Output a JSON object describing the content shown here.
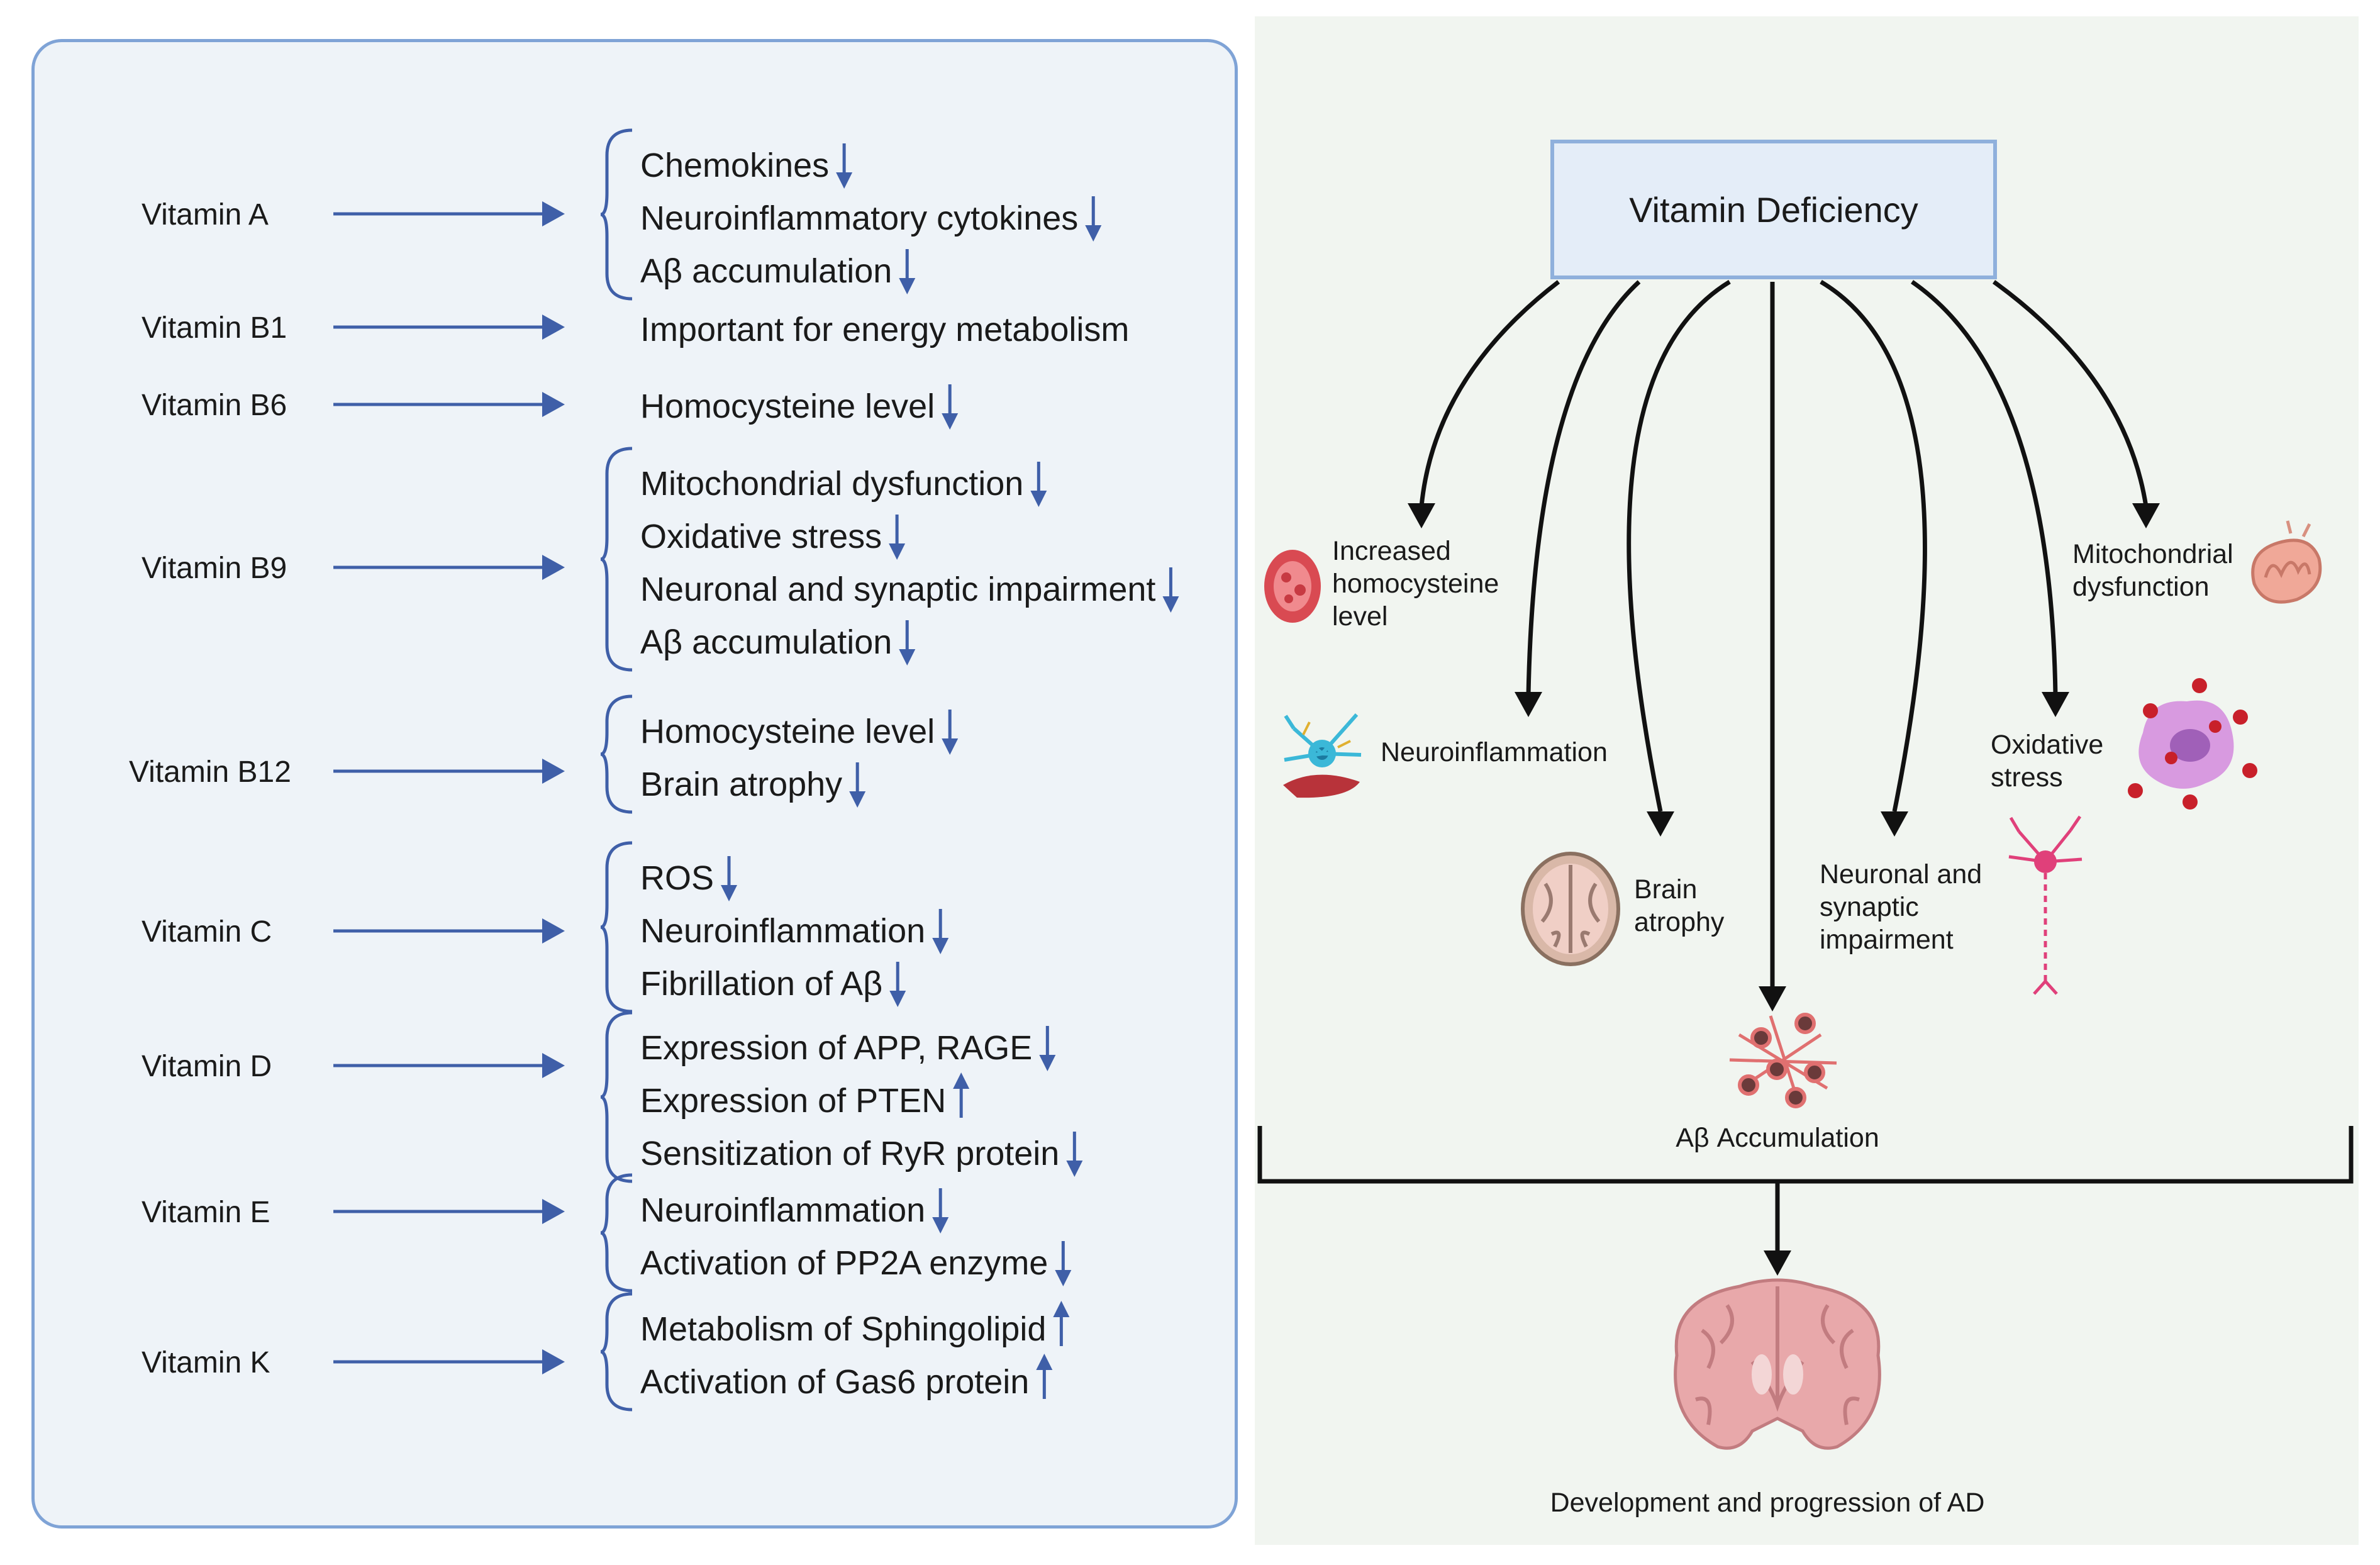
{
  "vitamins": [
    {
      "name": "Vitamin A",
      "effects": [
        {
          "text": "Chemokines",
          "dir": "down"
        },
        {
          "text": "Neuroinflammatory cytokines",
          "dir": "down"
        },
        {
          "text": "Aβ accumulation",
          "dir": "down"
        }
      ]
    },
    {
      "name": "Vitamin B1",
      "effects": [
        {
          "text": "Important for energy metabolism",
          "dir": ""
        }
      ]
    },
    {
      "name": "Vitamin B6",
      "effects": [
        {
          "text": "Homocysteine level",
          "dir": "down"
        }
      ]
    },
    {
      "name": "Vitamin B9",
      "effects": [
        {
          "text": "Mitochondrial dysfunction",
          "dir": "down"
        },
        {
          "text": "Oxidative stress",
          "dir": "down"
        },
        {
          "text": "Neuronal and synaptic impairment",
          "dir": "down"
        },
        {
          "text": "Aβ accumulation",
          "dir": "down"
        }
      ]
    },
    {
      "name": "Vitamin B12",
      "effects": [
        {
          "text": "Homocysteine level",
          "dir": "down"
        },
        {
          "text": "Brain atrophy",
          "dir": "down"
        }
      ]
    },
    {
      "name": "Vitamin C",
      "effects": [
        {
          "text": "ROS",
          "dir": "down"
        },
        {
          "text": "Neuroinflammation",
          "dir": "down"
        },
        {
          "text": "Fibrillation of Aβ",
          "dir": "down"
        }
      ]
    },
    {
      "name": "Vitamin D",
      "effects": [
        {
          "text": "Expression of APP, RAGE",
          "dir": "down"
        },
        {
          "text": "Expression of PTEN",
          "dir": "up"
        },
        {
          "text": "Sensitization of RyR protein",
          "dir": "down"
        }
      ]
    },
    {
      "name": "Vitamin E",
      "effects": [
        {
          "text": "Neuroinflammation",
          "dir": "down"
        },
        {
          "text": "Activation of PP2A enzyme",
          "dir": "down"
        }
      ]
    },
    {
      "name": "Vitamin K",
      "effects": [
        {
          "text": "Metabolism of Sphingolipid",
          "dir": "up"
        },
        {
          "text": "Activation of Gas6 protein",
          "dir": "up"
        }
      ]
    }
  ],
  "deficiency": {
    "title": "Vitamin Deficiency",
    "outcomes": {
      "homocysteine": [
        "Increased",
        "homocysteine",
        "level"
      ],
      "neuroinflammation": [
        "Neuroinflammation"
      ],
      "brain_atrophy": [
        "Brain",
        "atrophy"
      ],
      "neuronal": [
        "Neuronal and",
        "synaptic",
        "impairment"
      ],
      "oxidative": [
        "Oxidative",
        "stress"
      ],
      "mitochondrial": [
        "Mitochondrial",
        "dysfunction"
      ]
    },
    "abeta": "Aβ Accumulation",
    "final": "Development and progression of AD"
  },
  "colors": {
    "arrow_blue": "#3f5fa8",
    "panel_border": "#7fa3d6",
    "panel_fill": "#eef3f8",
    "right_fill": "#f1f5f0",
    "box_border": "#8fb0dc",
    "box_fill": "#e4edf8",
    "black_arrow": "#111111",
    "brain_pink": "#e6a6a8"
  }
}
